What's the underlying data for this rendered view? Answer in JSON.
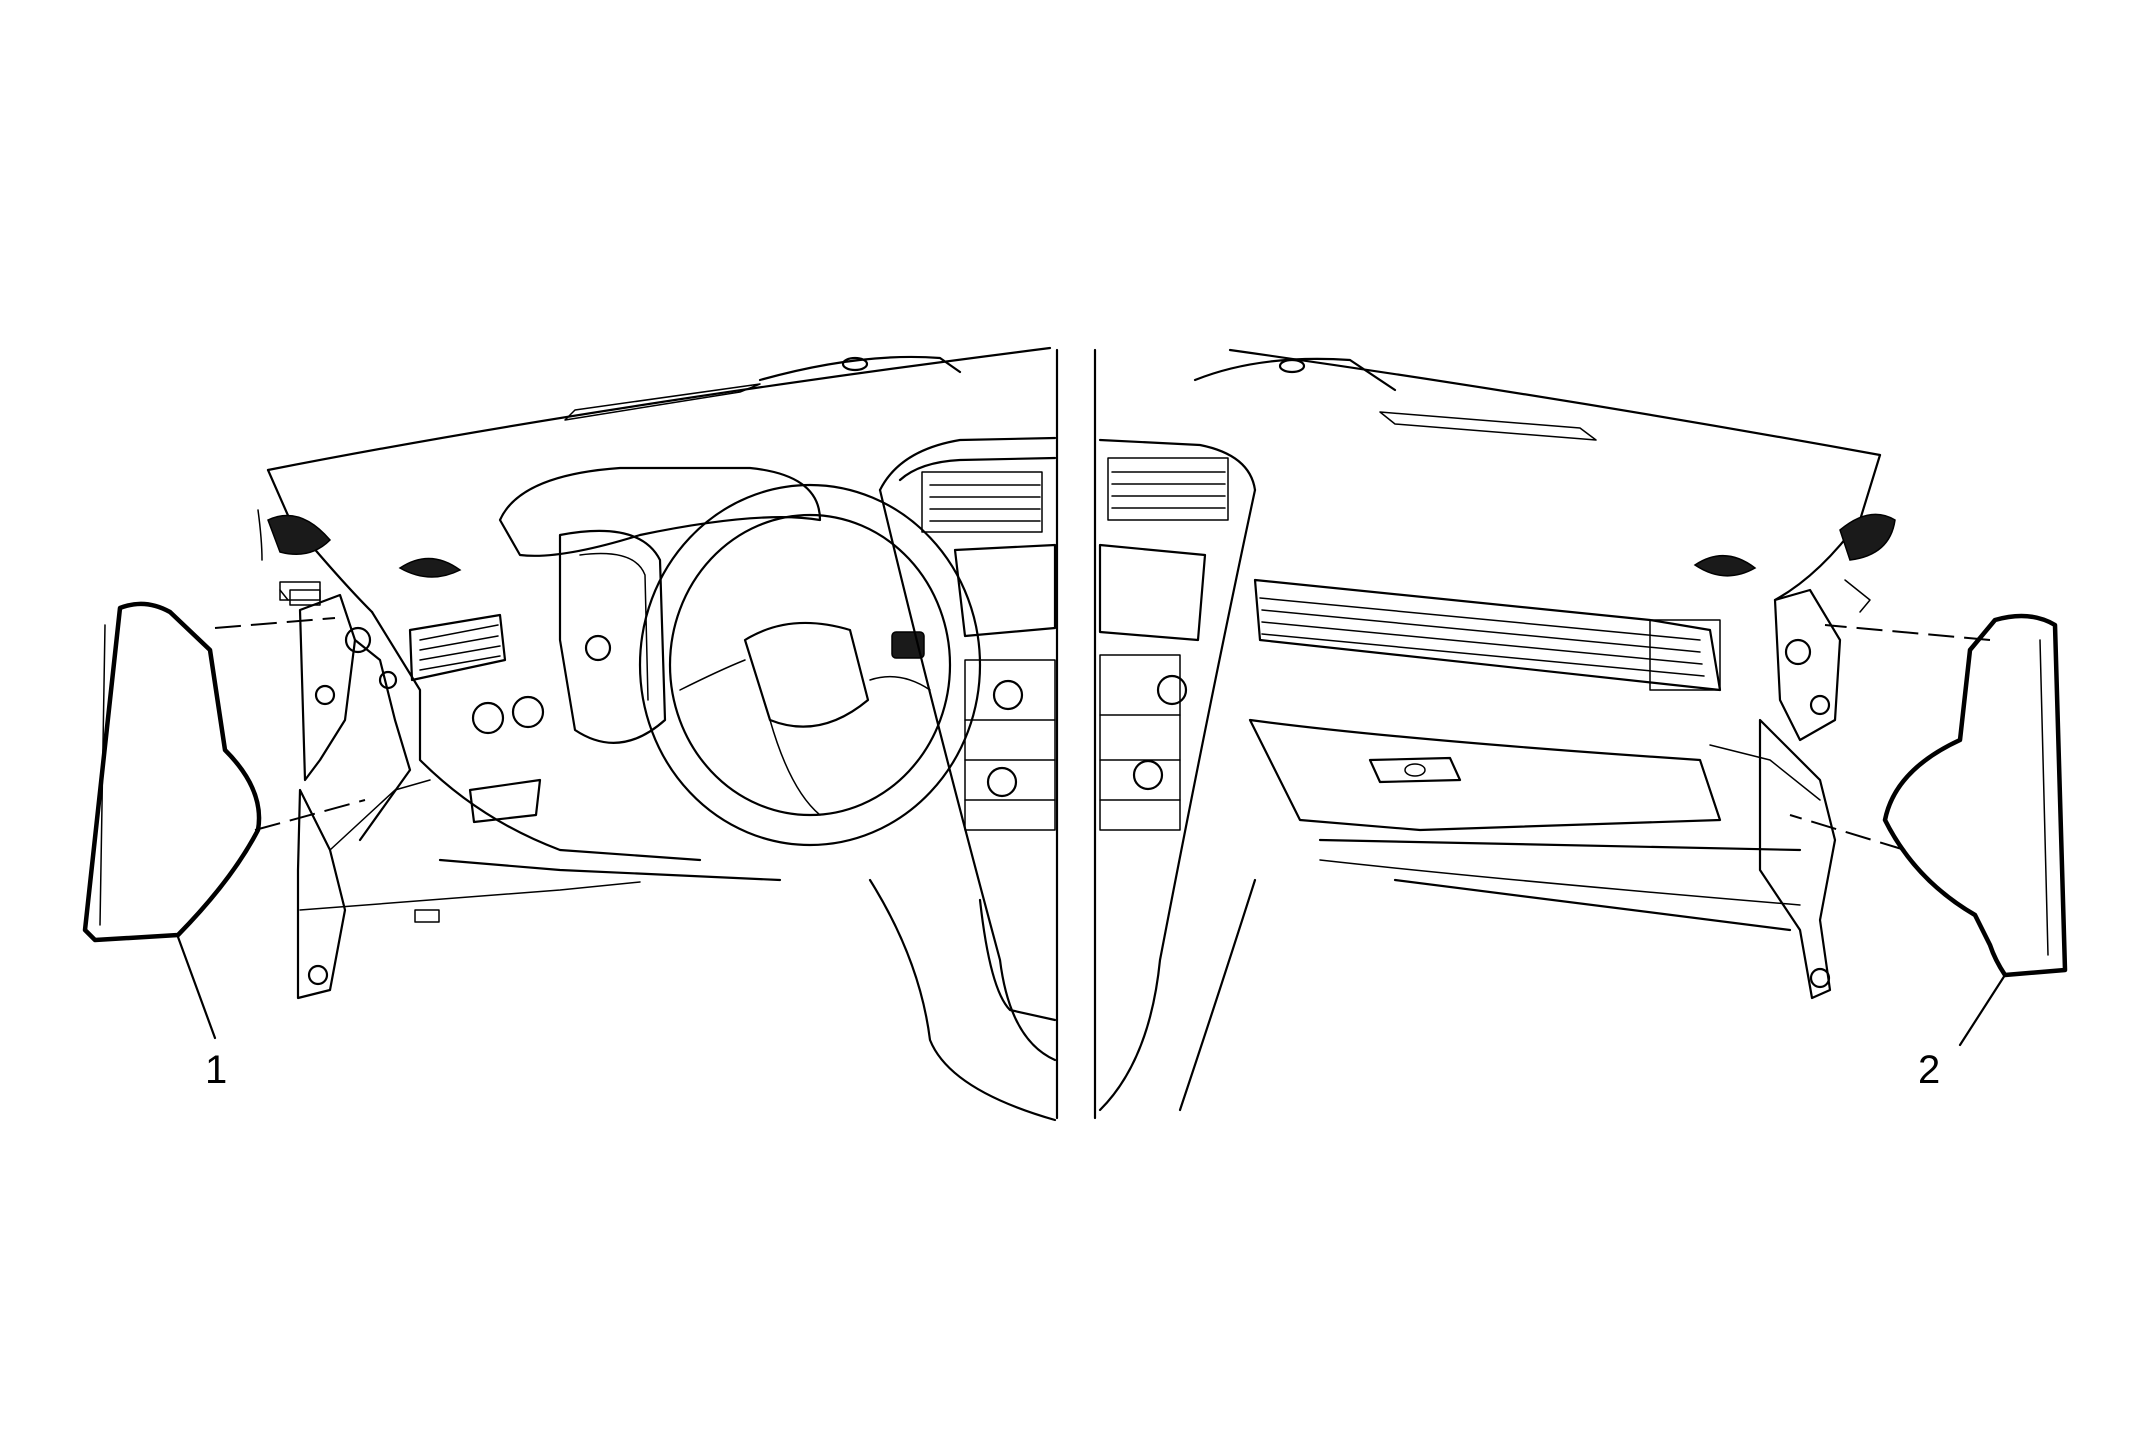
{
  "callouts": [
    {
      "id": "1",
      "label": "1"
    },
    {
      "id": "2",
      "label": "2"
    }
  ],
  "icons": [
    "left-side-trim-panel",
    "right-side-trim-panel",
    "instrument-panel-drawing"
  ],
  "colors": {
    "line": "#000000",
    "background": "#ffffff"
  }
}
